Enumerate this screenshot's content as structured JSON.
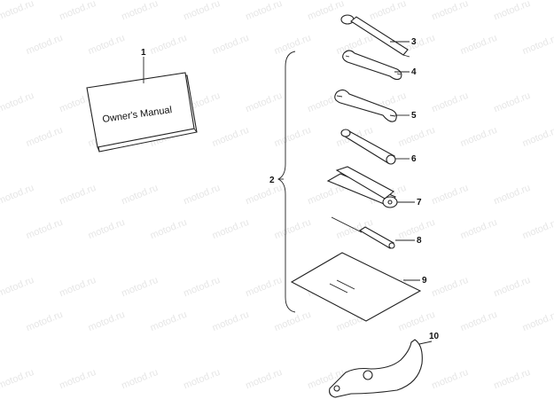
{
  "watermark": "motod.ru",
  "manual": {
    "title": "Owner's Manual"
  },
  "callouts": [
    {
      "id": "c1",
      "label": "1"
    },
    {
      "id": "c2",
      "label": "2"
    },
    {
      "id": "c3",
      "label": "3"
    },
    {
      "id": "c4",
      "label": "4"
    },
    {
      "id": "c5",
      "label": "5"
    },
    {
      "id": "c6",
      "label": "6"
    },
    {
      "id": "c7",
      "label": "7"
    },
    {
      "id": "c8",
      "label": "8"
    },
    {
      "id": "c9",
      "label": "9"
    },
    {
      "id": "c10",
      "label": "10"
    }
  ],
  "colors": {
    "line": "#222222",
    "watermark": "#e6e6e6",
    "background": "#ffffff"
  }
}
